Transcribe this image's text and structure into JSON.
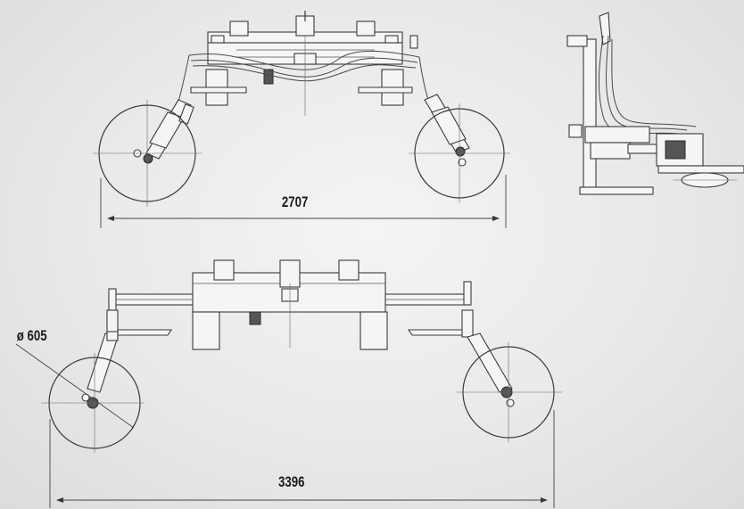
{
  "dimensions": {
    "folded_width": "2707",
    "extended_width": "3396",
    "wheel_diameter": "ø 605"
  }
}
